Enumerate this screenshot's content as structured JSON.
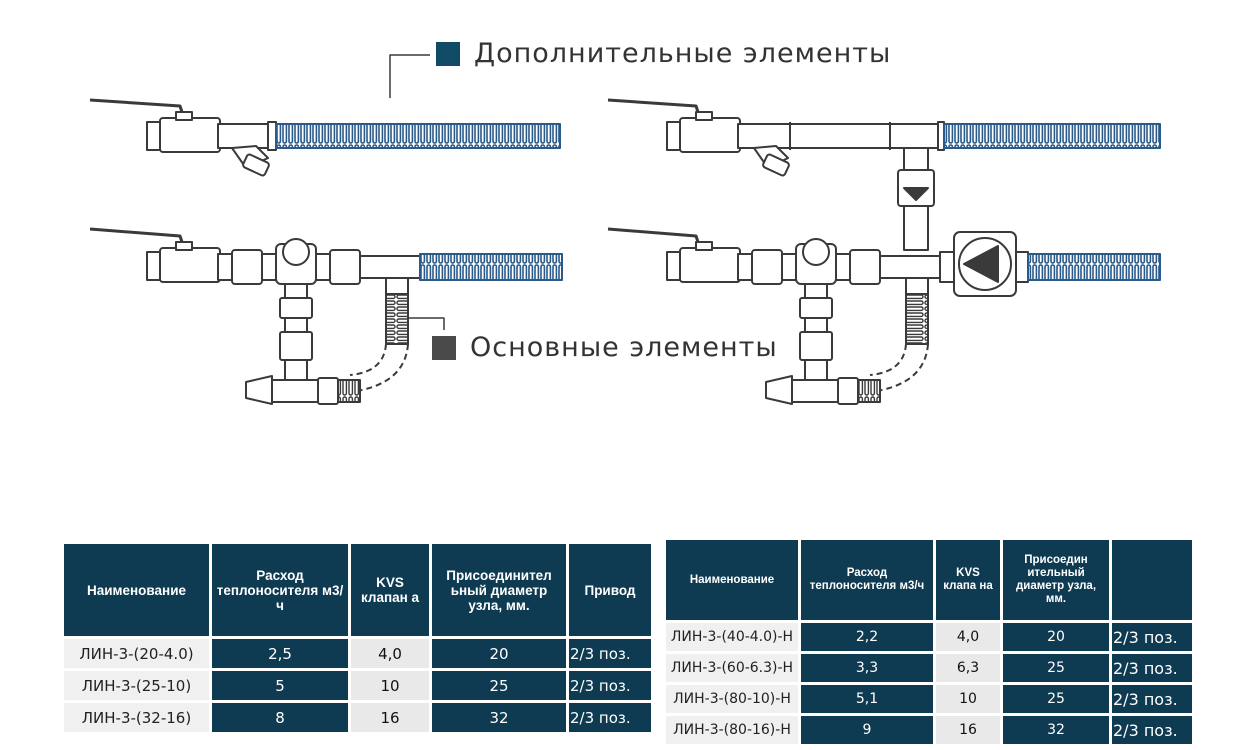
{
  "legend": {
    "extra_label": "Дополнительные элементы",
    "main_label": "Основные элементы",
    "extra_color": "#0f4a66",
    "main_color": "#4a4a4a"
  },
  "colors": {
    "header_bg": "#0f3b52",
    "pipe_stroke": "#3a3a3a",
    "hose_blue": "#2a5a8a"
  },
  "table_left": {
    "headers": [
      "Наименование",
      "Расход теплоносителя м3/ч",
      "KVS клапан а",
      "Присоединител ьный диаметр узла, мм.",
      "Привод"
    ],
    "rows": [
      [
        "ЛИН-3-(20-4.0)",
        "2,5",
        "4,0",
        "20",
        "2/3 поз."
      ],
      [
        "ЛИН-3-(25-10)",
        "5",
        "10",
        "25",
        "2/3 поз."
      ],
      [
        "ЛИН-3-(32-16)",
        "8",
        "16",
        "32",
        "2/3 поз."
      ]
    ]
  },
  "table_right": {
    "headers": [
      "Наименование",
      "Расход теплоносителя м3/ч",
      "KVS клапа на",
      "Присоедин ительный диаметр узла, мм.",
      ""
    ],
    "rows": [
      [
        "ЛИН-3-(40-4.0)-Н",
        "2,2",
        "4,0",
        "20",
        "2/3 поз."
      ],
      [
        "ЛИН-3-(60-6.3)-Н",
        "3,3",
        "6,3",
        "25",
        "2/3 поз."
      ],
      [
        "ЛИН-3-(80-10)-Н",
        "5,1",
        "10",
        "25",
        "2/3 поз."
      ],
      [
        "ЛИН-3-(80-16)-Н",
        "9",
        "16",
        "32",
        "2/3 поз."
      ]
    ]
  }
}
